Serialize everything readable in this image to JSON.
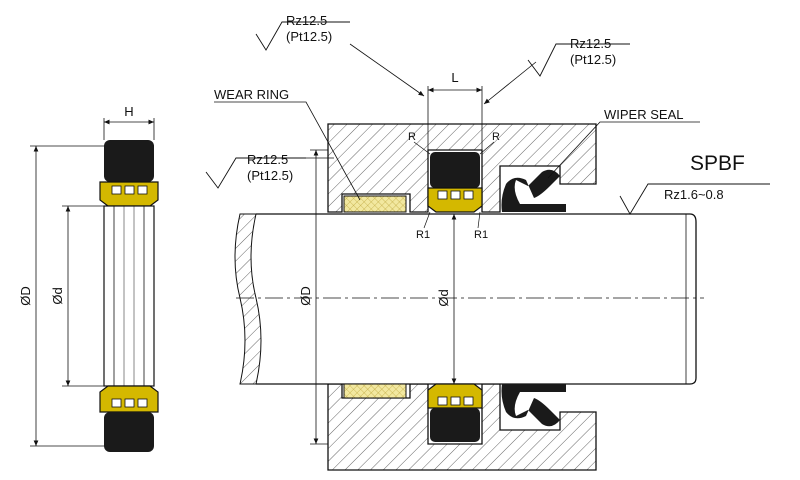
{
  "title": "SPBF",
  "surface_finish": {
    "top_left": [
      "Rz12.5",
      "(Pt12.5)"
    ],
    "top_right": [
      "Rz12.5",
      "(Pt12.5)"
    ],
    "left": [
      "Rz12.5",
      "(Pt12.5)"
    ],
    "rod": "Rz1.6~0.8"
  },
  "labels": {
    "wear_ring": "WEAR RING",
    "wiper_seal": "WIPER SEAL",
    "groove_width": "L",
    "seal_width": "H",
    "outer_dia_left": "ØD",
    "inner_dia_left": "Ød",
    "outer_dia_main": "ØD",
    "inner_dia_main": "Ød",
    "radius_top_left": "R",
    "radius_top_right": "R",
    "radius_bottom_left": "R1",
    "radius_bottom_right": "R1"
  },
  "colors": {
    "seal_black": "#1a1a1a",
    "pu_yellow": "#d4b800",
    "wear_ring_fill": "#f2e8a0",
    "hatch": "#555555",
    "line": "#111111"
  }
}
